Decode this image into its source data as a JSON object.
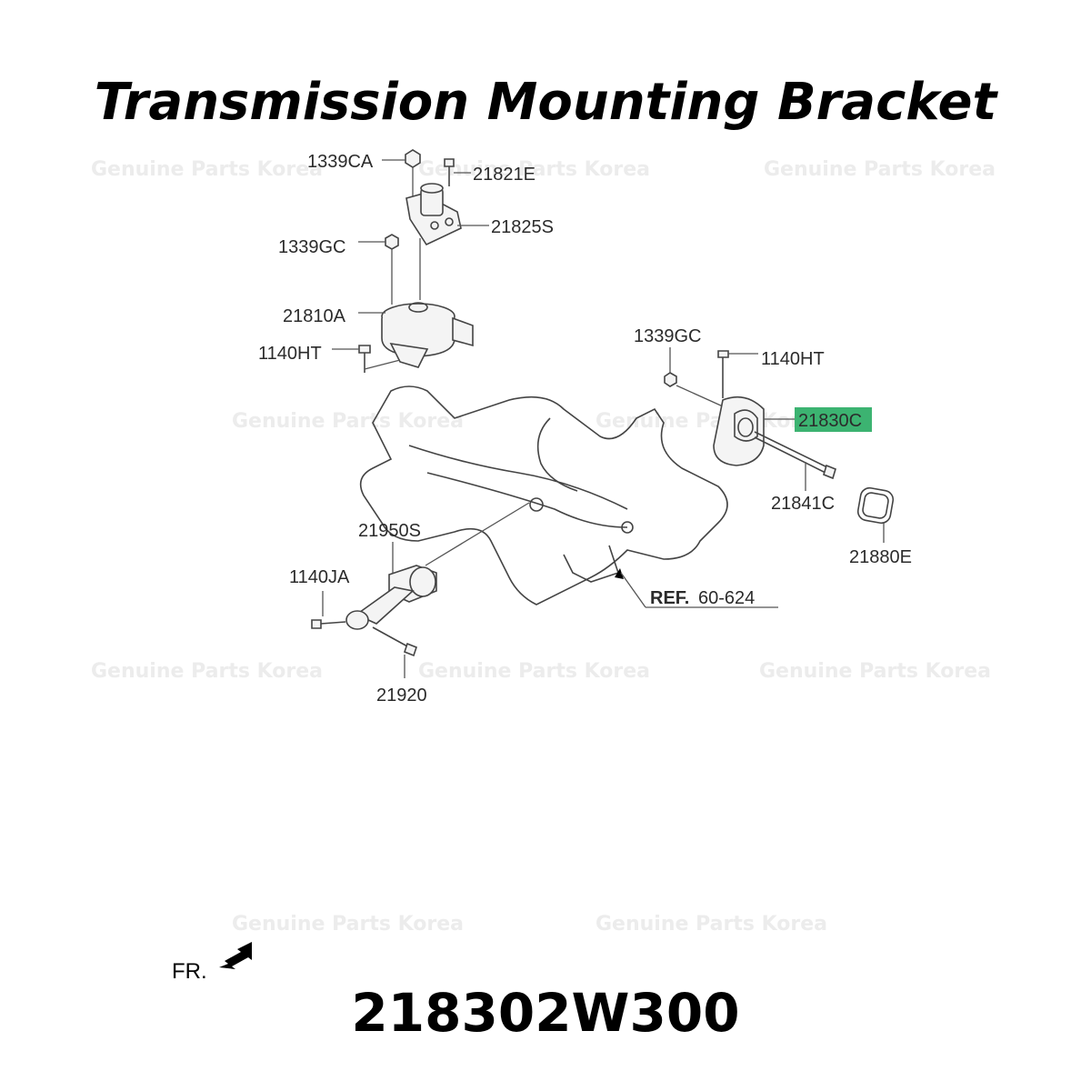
{
  "title": "Transmission Mounting Bracket",
  "part_number": "218302W300",
  "watermark": "Genuine Parts Korea",
  "direction_label": "FR.",
  "ref_label_bold": "REF.",
  "ref_label_number": "60-624",
  "highlight_color": "#3cb371",
  "parts": {
    "p1339CA": "1339CA",
    "p21821E": "21821E",
    "p21825S": "21825S",
    "p1339GC_left": "1339GC",
    "p21810A": "21810A",
    "p1140HT_left": "1140HT",
    "p1339GC_right": "1339GC",
    "p1140HT_right": "1140HT",
    "p21830C": "21830C",
    "p21841C": "21841C",
    "p21880E": "21880E",
    "p21950S": "21950S",
    "p1140JA": "1140JA",
    "p21920": "21920"
  }
}
